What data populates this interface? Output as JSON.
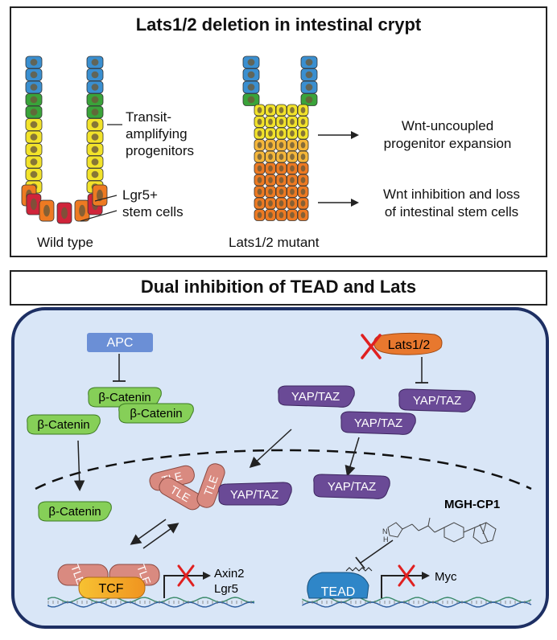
{
  "top_panel": {
    "title": "Lats1/2 deletion in intestinal crypt",
    "wild_type_label": "Wild type",
    "mutant_label": "Lats1/2 mutant",
    "ta_label": [
      "Transit-",
      "amplifying",
      "progenitors"
    ],
    "stem_label": [
      "Lgr5+",
      "stem cells"
    ],
    "outcome1": [
      "Wnt-uncoupled",
      "progenitor expansion"
    ],
    "outcome2": [
      "Wnt inhibition and loss",
      "of intestinal stem cells"
    ]
  },
  "bottom_panel": {
    "title": "Dual inhibition of TEAD and Lats",
    "apc": "APC",
    "beta_catenin": "β-Catenin",
    "lats": "Lats1/2",
    "yap_taz": "YAP/TAZ",
    "tle": "TLE",
    "tcf": "TCF",
    "tead": "TEAD",
    "target_genes_tcf": [
      "Axin2",
      "Lgr5"
    ],
    "target_gene_tead": "Myc",
    "compound": "MGH-CP1",
    "compound_nh": "N",
    "compound_h": "H"
  },
  "colors": {
    "blue_cell": "#3a8fd0",
    "green_cell": "#3aa33a",
    "yellow_cell": "#f2e32a",
    "orange_cell": "#ee7a22",
    "stem_cell": "#d0243a",
    "cell_bg": "#d9e6f7",
    "green_protein": "#86cf58",
    "purple_protein": "#6a4a96",
    "tle_color": "#d98a80",
    "lats_color": "#e8782e",
    "apc_color": "#6b8fd6",
    "tead_color": "#2f86c8",
    "inhibit_x": "#e02020"
  }
}
